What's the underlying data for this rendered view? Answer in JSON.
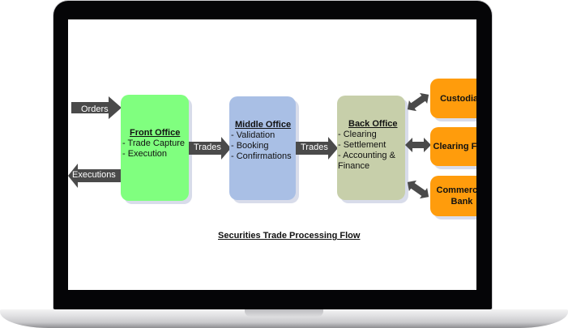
{
  "diagram": {
    "caption": "Securities Trade Processing Flow",
    "front_office": {
      "title": "Front Office",
      "items": [
        "- Trade Capture",
        "- Execution"
      ]
    },
    "middle_office": {
      "title": "Middle Office",
      "items": [
        "- Validation",
        "- Booking",
        "- Confirmations"
      ]
    },
    "back_office": {
      "title": "Back Office",
      "items": [
        "- Clearing",
        "- Settlement",
        "- Accounting &",
        "Finance"
      ]
    },
    "external": {
      "custodian": "Custodian",
      "clearing_firm": "Clearing Firm",
      "commercial_bank_line1": "Commercial",
      "commercial_bank_line2": "Bank"
    },
    "arrows": {
      "orders": "Orders",
      "executions": "Executions",
      "trades_1": "Trades",
      "trades_2": "Trades"
    },
    "colors": {
      "front_office": "#80ff7f",
      "middle_office": "#a9bfe5",
      "back_office": "#c7cfaa",
      "external": "#ff9c0c",
      "arrow": "#4a4a4a"
    }
  }
}
